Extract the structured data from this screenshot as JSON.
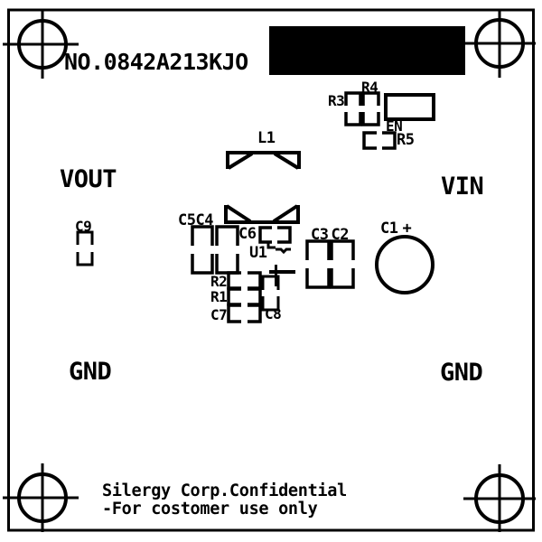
{
  "board": {
    "part_number": "NO.0842A213KJO",
    "net_labels": {
      "vout": "VOUT",
      "vin": "VIN",
      "gnd_left": "GND",
      "gnd_right": "GND"
    },
    "refdes": {
      "L1": "L1",
      "U1": "U1",
      "EN": "EN",
      "R1": "R1",
      "R2": "R2",
      "R3": "R3",
      "R4": "R4",
      "R5": "R5",
      "C1": "C1",
      "C1_polarity": "+",
      "C2": "C2",
      "C3": "C3",
      "C4": "C4",
      "C5": "C5",
      "C6": "C6",
      "C7": "C7",
      "C8": "C8",
      "C9": "C9"
    },
    "footer": {
      "line1": "Silergy Corp.Confidential",
      "line2": "-For costomer use only"
    },
    "colors": {
      "silkscreen": "#000000",
      "substrate": "#ffffff"
    }
  }
}
